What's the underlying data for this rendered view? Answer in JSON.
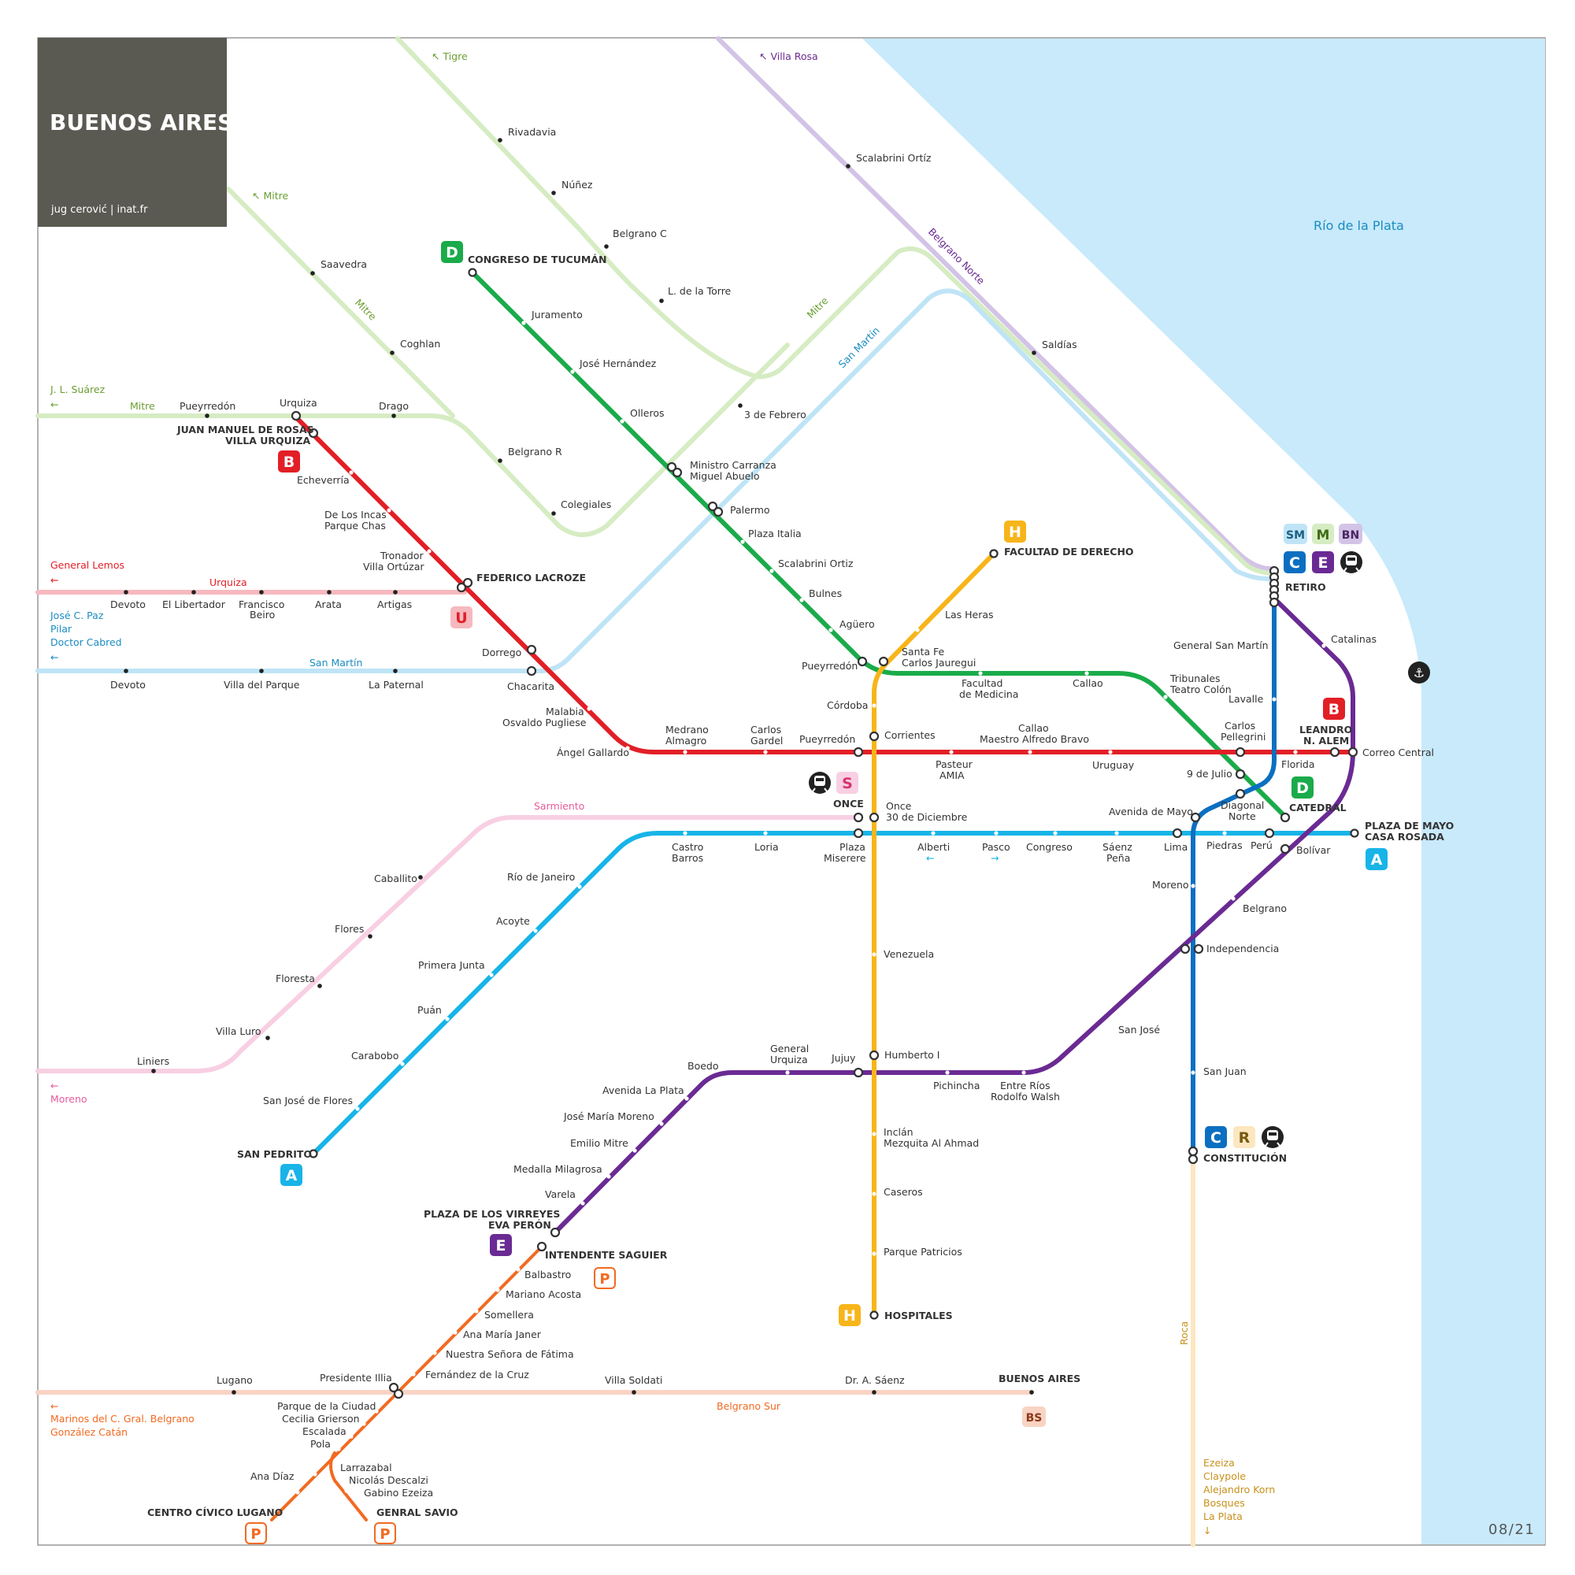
{
  "title": "BUENOS AIRES",
  "credit": "jug cerović | inat.fr",
  "date_code": "08/21",
  "river": {
    "label": "Río de la Plata",
    "color": "#c8eafb"
  },
  "colors": {
    "A": "#18b4e8",
    "B": "#e21f26",
    "C": "#0b6fc1",
    "D": "#1aab4a",
    "E": "#6a2a93",
    "H": "#f7b51a",
    "P": "#f26a21",
    "mitre": "#d6ecc3",
    "sanmartin": "#bfe4f6",
    "belgranonorte": "#d3c3e6",
    "sarmiento": "#f8cfe3",
    "urquiza": "#f6b9be",
    "belgranosur": "#f9d3c4",
    "roca": "#fde7c0"
  },
  "rail_labels": {
    "tigre": "↖ Tigre",
    "villa_rosa": "↖ Villa Rosa",
    "mitre_arrow": "↖ Mitre",
    "mitre1": "Mitre",
    "mitre2": "Mitre",
    "mitre3": "Mitre",
    "belgrano_norte": "Belgrano Norte",
    "san_martin_diag": "San Martín",
    "san_martin": "San Martín",
    "urquiza": "Urquiza",
    "sarmiento": "Sarmiento",
    "belgrano_sur": "Belgrano Sur",
    "roca": "Roca",
    "jl_suarez": "J. L. Suárez",
    "general_lemos": "General Lemos",
    "jc_paz": "José C. Paz",
    "pilar": "Pilar",
    "doctor_cabred": "Doctor Cabred",
    "moreno": "Moreno",
    "marinos": "Marinos del C. Gral. Belgrano",
    "gonzalez_catan": "González Catán",
    "ezeiza": "Ezeiza",
    "claypole": "Claypole",
    "alejandro_korn": "Alejandro Korn",
    "bosques": "Bosques",
    "la_plata": "La Plata",
    "arrow_left": "←",
    "arrow_down": "↓"
  },
  "terminals": {
    "congreso_tucuman": "CONGRESO DE TUCUMÁN",
    "juan_manuel_1": "JUAN MANUEL DE ROSAS",
    "juan_manuel_2": "VILLA URQUIZA",
    "federico_lacroze": "FEDERICO LACROZE",
    "facultad_derecho": "FACULTAD DE DERECHO",
    "retiro": "RETIRO",
    "leandro_1": "LEANDRO",
    "leandro_2": "N. ALEM",
    "catedral": "CATEDRAL",
    "plaza_mayo_1": "PLAZA DE MAYO",
    "plaza_mayo_2": "CASA ROSADA",
    "once": "ONCE",
    "san_pedrito": "SAN PEDRITO",
    "plaza_virreyes_1": "PLAZA DE LOS VIRREYES",
    "plaza_virreyes_2": "EVA PERÓN",
    "intendente_saguier": "INTENDENTE SAGUIER",
    "hospitales": "HOSPITALES",
    "constitucion": "CONSTITUCIÓN",
    "buenos_aires_bs": "BUENOS AIRES",
    "centro_civico": "CENTRO CÍVICO LUGANO",
    "genral_savio": "GENRAL SAVIO"
  },
  "stations": {
    "rivadavia": "Rivadavia",
    "nunez": "Núñez",
    "belgrano_c": "Belgrano C",
    "l_de_la_torre": "L. de la Torre",
    "scalabrini_ortiz_bn": "Scalabrini Ortíz",
    "saldias": "Saldías",
    "saavedra": "Saavedra",
    "coghlan": "Coghlan",
    "pueyrredon_mitre": "Pueyrredón",
    "urquiza_mitre": "Urquiza",
    "drago": "Drago",
    "belgrano_r": "Belgrano R",
    "colegiales": "Colegiales",
    "tres_de_febrero": "3 de Febrero",
    "juramento": "Juramento",
    "jose_hernandez": "José Hernández",
    "olleros": "Olleros",
    "ministro_carranza_1": "Ministro Carranza",
    "ministro_carranza_2": "Miguel Abuelo",
    "palermo": "Palermo",
    "plaza_italia": "Plaza Italia",
    "scalabrini_ortiz": "Scalabrini Ortiz",
    "bulnes": "Bulnes",
    "aguero": "Agüero",
    "pueyrredon_d": "Pueyrredón",
    "santa_fe_1": "Santa Fe",
    "santa_fe_2": "Carlos Jauregui",
    "facultad_medicina_1": "Facultad",
    "facultad_medicina_2": "de Medicina",
    "callao_d": "Callao",
    "tribunales_1": "Tribunales",
    "tribunales_2": "Teatro Colón",
    "las_heras": "Las Heras",
    "echeverria": "Echeverría",
    "de_los_incas_1": "De Los Incas",
    "de_los_incas_2": "Parque Chas",
    "tronador_1": "Tronador",
    "tronador_2": "Villa Ortúzar",
    "dorrego": "Dorrego",
    "chacarita": "Chacarita",
    "malabia_1": "Malabia",
    "malabia_2": "Osvaldo Pugliese",
    "angel_gallardo": "Ángel Gallardo",
    "medrano_1": "Medrano",
    "medrano_2": "Almagro",
    "carlos_gardel_1": "Carlos",
    "carlos_gardel_2": "Gardel",
    "pueyrredon_b": "Pueyrredón",
    "corrientes": "Corrientes",
    "pasteur_1": "Pasteur",
    "pasteur_2": "AMIA",
    "callao_b_1": "Callao",
    "callao_b_2": "Maestro Alfredo Bravo",
    "uruguay": "Uruguay",
    "carlos_pellegrini_1": "Carlos",
    "carlos_pellegrini_2": "Pellegrini",
    "florida": "Florida",
    "correo_central": "Correo Central",
    "devoto_u": "Devoto",
    "el_libertador": "El Libertador",
    "francisco_beiro_1": "Francisco",
    "francisco_beiro_2": "Beiro",
    "arata": "Arata",
    "artigas": "Artigas",
    "devoto_sm": "Devoto",
    "villa_del_parque": "Villa del Parque",
    "la_paternal": "La Paternal",
    "cordoba": "Córdoba",
    "general_san_martin": "General San Martín",
    "lavalle": "Lavalle",
    "catalinas": "Catalinas",
    "nueve_de_julio": "9 de Julio",
    "diagonal_norte_1": "Diagonal",
    "diagonal_norte_2": "Norte",
    "avenida_de_mayo": "Avenida de Mayo",
    "lima": "Lima",
    "piedras": "Piedras",
    "peru": "Perú",
    "bolivar": "Bolívar",
    "once_1": "Once",
    "once_2": "30 de Diciembre",
    "castro_barros_1": "Castro",
    "castro_barros_2": "Barros",
    "loria": "Loria",
    "plaza_miserere_1": "Plaza",
    "plaza_miserere_2": "Miserere",
    "alberti": "Alberti",
    "pasco": "Pasco",
    "congreso": "Congreso",
    "saenz_pena_1": "Sáenz",
    "saenz_pena_2": "Peña",
    "arrow_alberti": "←",
    "arrow_pasco": "→",
    "rio_de_janeiro": "Río de Janeiro",
    "acoyte": "Acoyte",
    "primera_junta": "Primera Junta",
    "puan": "Puán",
    "carabobo": "Carabobo",
    "san_jose_de_flores": "San José de Flores",
    "caballito": "Caballito",
    "flores": "Flores",
    "floresta": "Floresta",
    "villa_luro": "Villa Luro",
    "liniers": "Liniers",
    "moreno_c": "Moreno",
    "belgrano_e": "Belgrano",
    "independencia": "Independencia",
    "san_jose": "San José",
    "san_juan": "San Juan",
    "venezuela": "Venezuela",
    "humberto_i": "Humberto I",
    "jujuy": "Jujuy",
    "general_urquiza_1": "General",
    "general_urquiza_2": "Urquiza",
    "boedo": "Boedo",
    "pichincha": "Pichincha",
    "entre_rios_1": "Entre Ríos",
    "entre_rios_2": "Rodolfo Walsh",
    "avenida_la_plata": "Avenida La Plata",
    "jose_maria_moreno": "José María Moreno",
    "emilio_mitre": "Emilio Mitre",
    "medalla_milagrosa": "Medalla Milagrosa",
    "varela": "Varela",
    "inclan_1": "Inclán",
    "inclan_2": "Mezquita Al Ahmad",
    "caseros": "Caseros",
    "parque_patricios": "Parque Patricios",
    "balbastro": "Balbastro",
    "mariano_acosta": "Mariano Acosta",
    "somellera": "Somellera",
    "ana_maria_janer": "Ana María Janer",
    "nuestra_senora": "Nuestra Señora de Fátima",
    "fernandez_de_la_cruz": "Fernández de la Cruz",
    "presidente_illia": "Presidente Illia",
    "lugano": "Lugano",
    "villa_soldati": "Villa Soldati",
    "dr_saenz": "Dr. A. Sáenz",
    "parque_de_la_ciudad": "Parque de la Ciudad",
    "cecilia_grierson": "Cecilia Grierson",
    "escalada": "Escalada",
    "pola": "Pola",
    "ana_diaz": "Ana Díaz",
    "larrazabal": "Larrazabal",
    "nicolas_descalzi": "Nicolás Descalzi",
    "gabino_ezeiza": "Gabino Ezeiza"
  },
  "badges": {
    "D": "D",
    "B": "B",
    "U": "U",
    "H": "H",
    "S": "S",
    "A": "A",
    "E": "E",
    "P": "P",
    "C": "C",
    "R": "R",
    "SM": "SM",
    "M": "M",
    "BN": "BN",
    "BS": "BS"
  }
}
